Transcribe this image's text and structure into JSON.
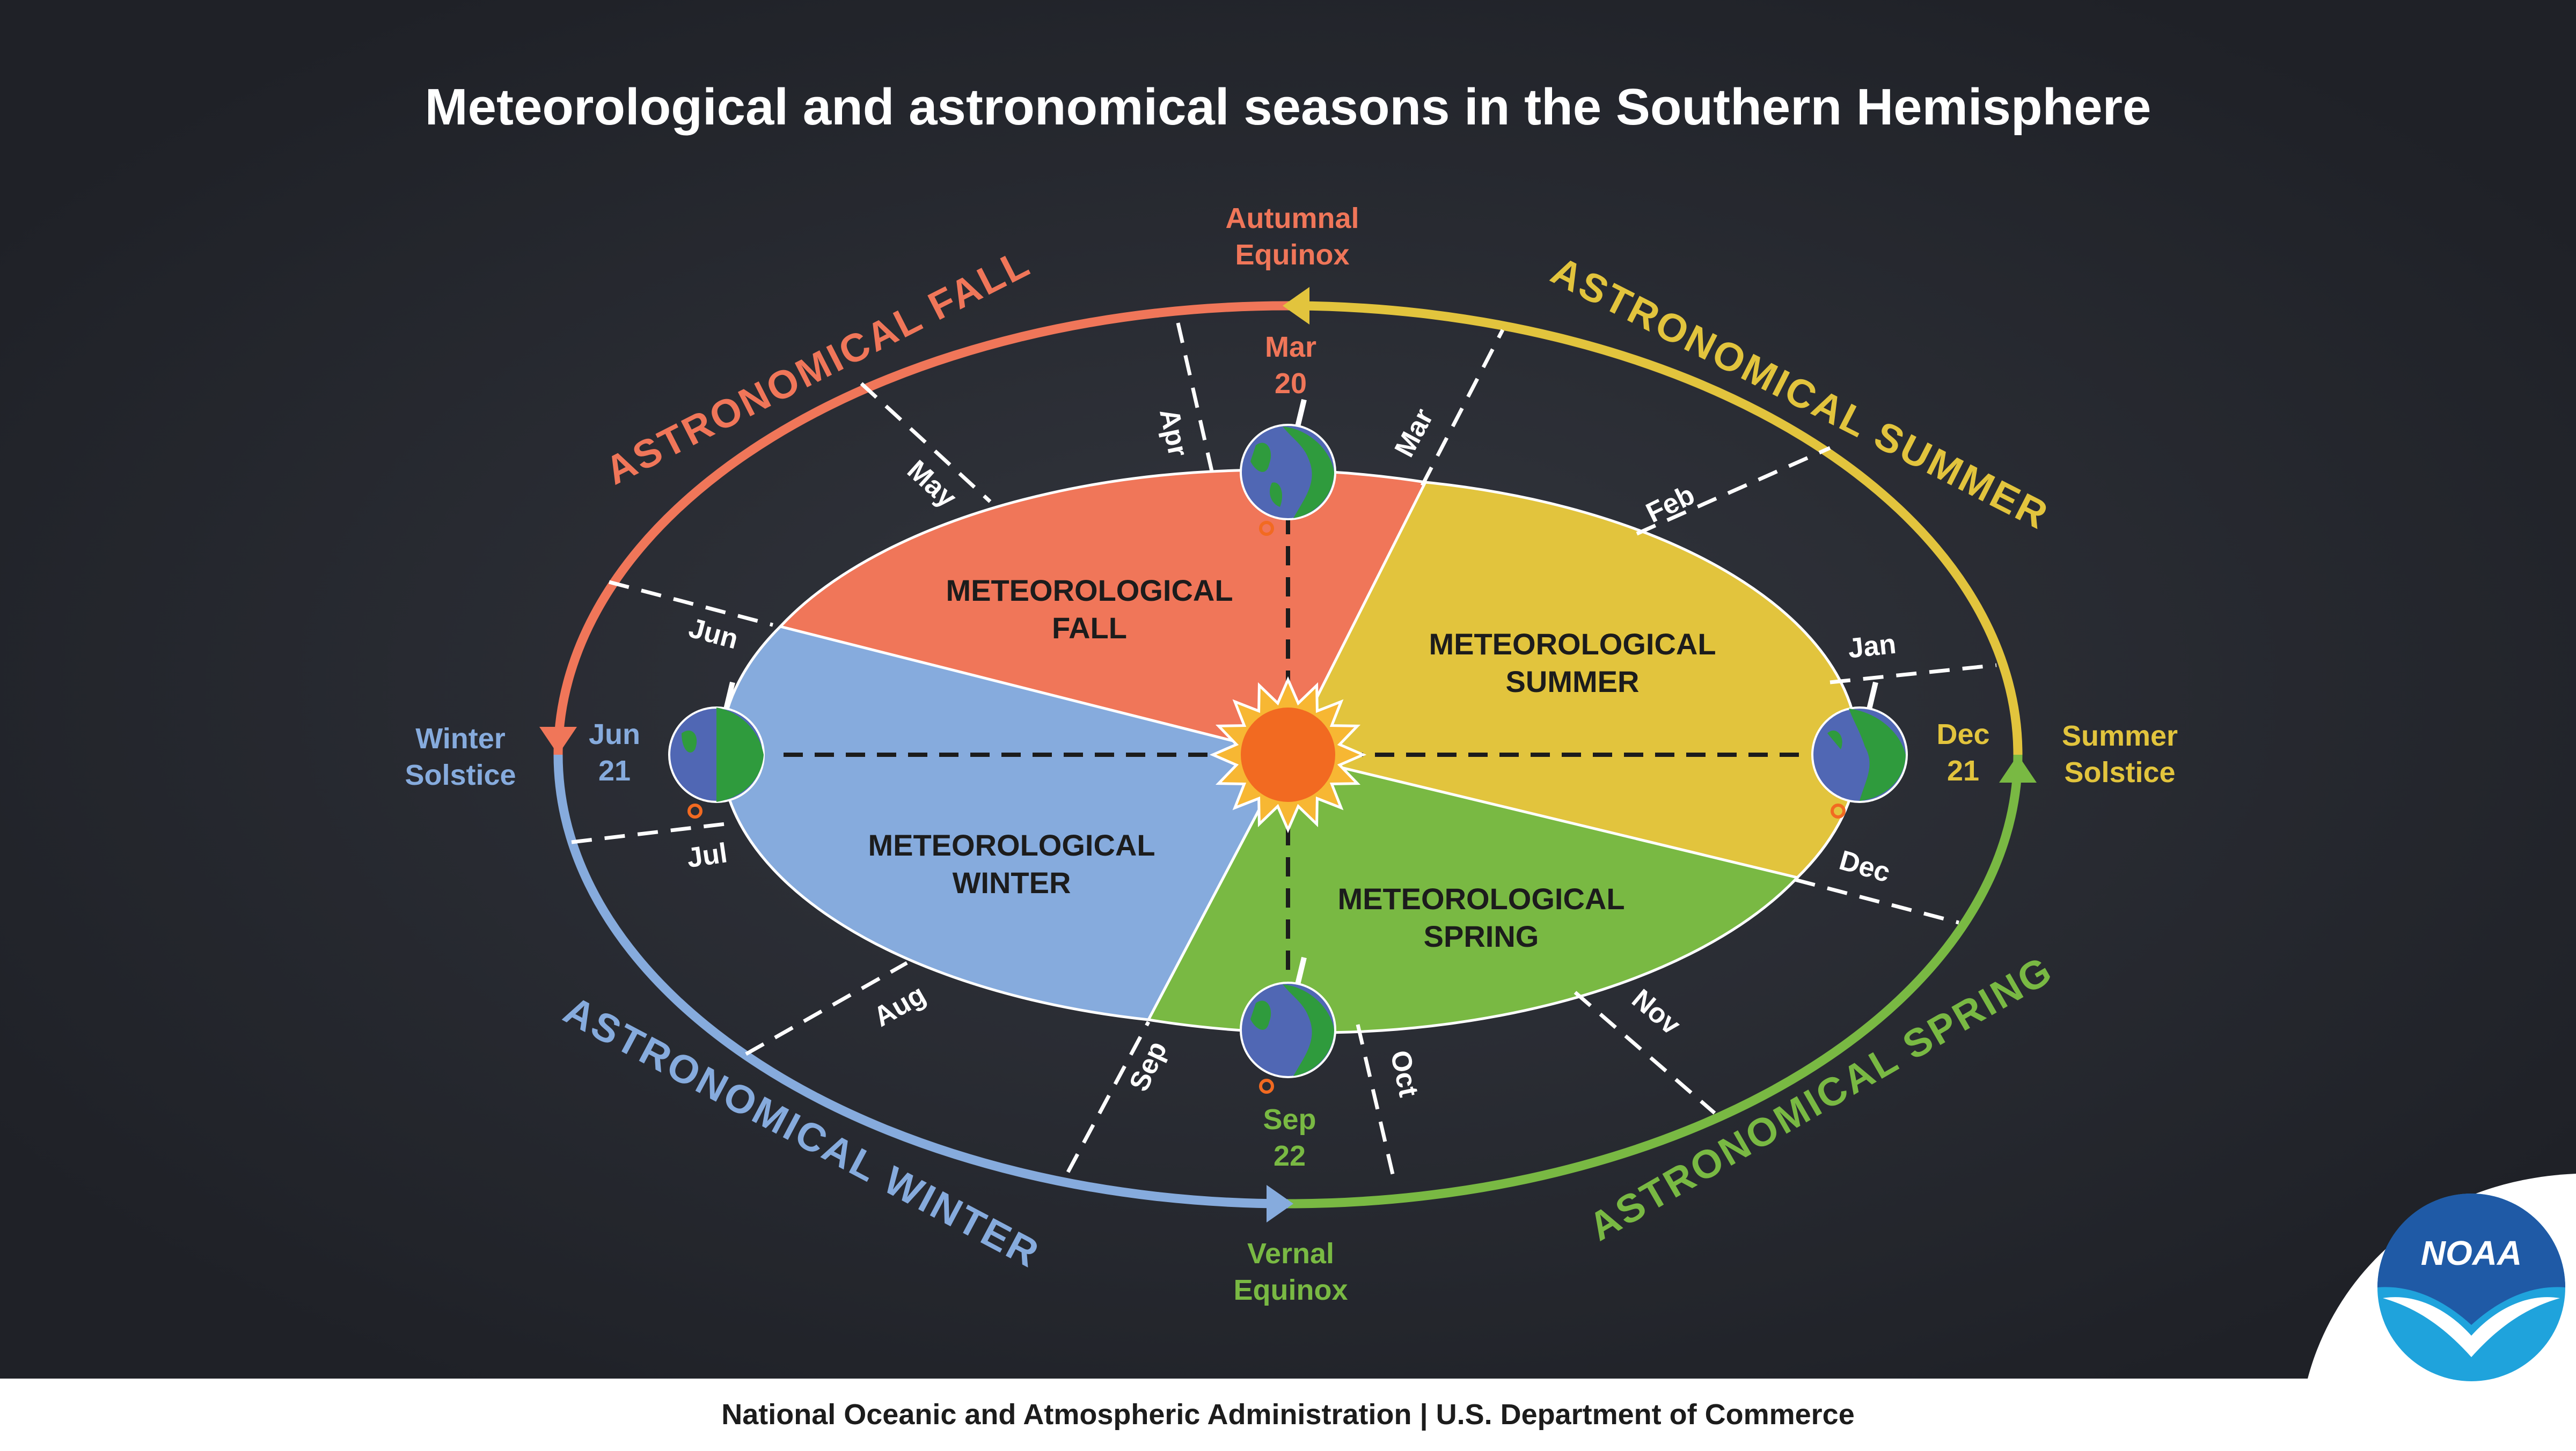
{
  "title": "Meteorological and astronomical seasons in the Southern Hemisphere",
  "footer": "National Oceanic and Atmospheric Administration | U.S. Department of Commerce",
  "logo_text": "NOAA",
  "colors": {
    "background": "#23252c",
    "fall": "#f07659",
    "summer": "#e2c43d",
    "spring": "#79b943",
    "winter": "#86abdd",
    "sun": "#f26a21",
    "sun_rays": "#f7b733",
    "earth_ocean": "#5067b4",
    "earth_land": "#2f9b3d",
    "noaa_blue": "#1f5aa6",
    "noaa_light": "#1fa3dc"
  },
  "astronomical_seasons": {
    "fall": "ASTRONOMICAL FALL",
    "summer": "ASTRONOMICAL SUMMER",
    "winter": "ASTRONOMICAL WINTER",
    "spring": "ASTRONOMICAL SPRING"
  },
  "meteorological_seasons": {
    "fall": [
      "METEOROLOGICAL",
      "FALL"
    ],
    "summer": [
      "METEOROLOGICAL",
      "SUMMER"
    ],
    "winter": [
      "METEOROLOGICAL",
      "WINTER"
    ],
    "spring": [
      "METEOROLOGICAL",
      "SPRING"
    ]
  },
  "events": {
    "autumnal_equinox": {
      "name": [
        "Autumnal",
        "Equinox"
      ],
      "date": [
        "Mar",
        "20"
      ]
    },
    "summer_solstice": {
      "name": [
        "Summer",
        "Solstice"
      ],
      "date": [
        "Dec",
        "21"
      ]
    },
    "vernal_equinox": {
      "name": [
        "Vernal",
        "Equinox"
      ],
      "date": [
        "Sep",
        "22"
      ]
    },
    "winter_solstice": {
      "name": [
        "Winter",
        "Solstice"
      ],
      "date": [
        "Jun",
        "21"
      ]
    }
  },
  "months": {
    "jan": "Jan",
    "feb": "Feb",
    "mar": "Mar",
    "apr": "Apr",
    "may": "May",
    "jun": "Jun",
    "jul": "Jul",
    "aug": "Aug",
    "sep": "Sep",
    "oct": "Oct",
    "nov": "Nov",
    "dec": "Dec"
  }
}
